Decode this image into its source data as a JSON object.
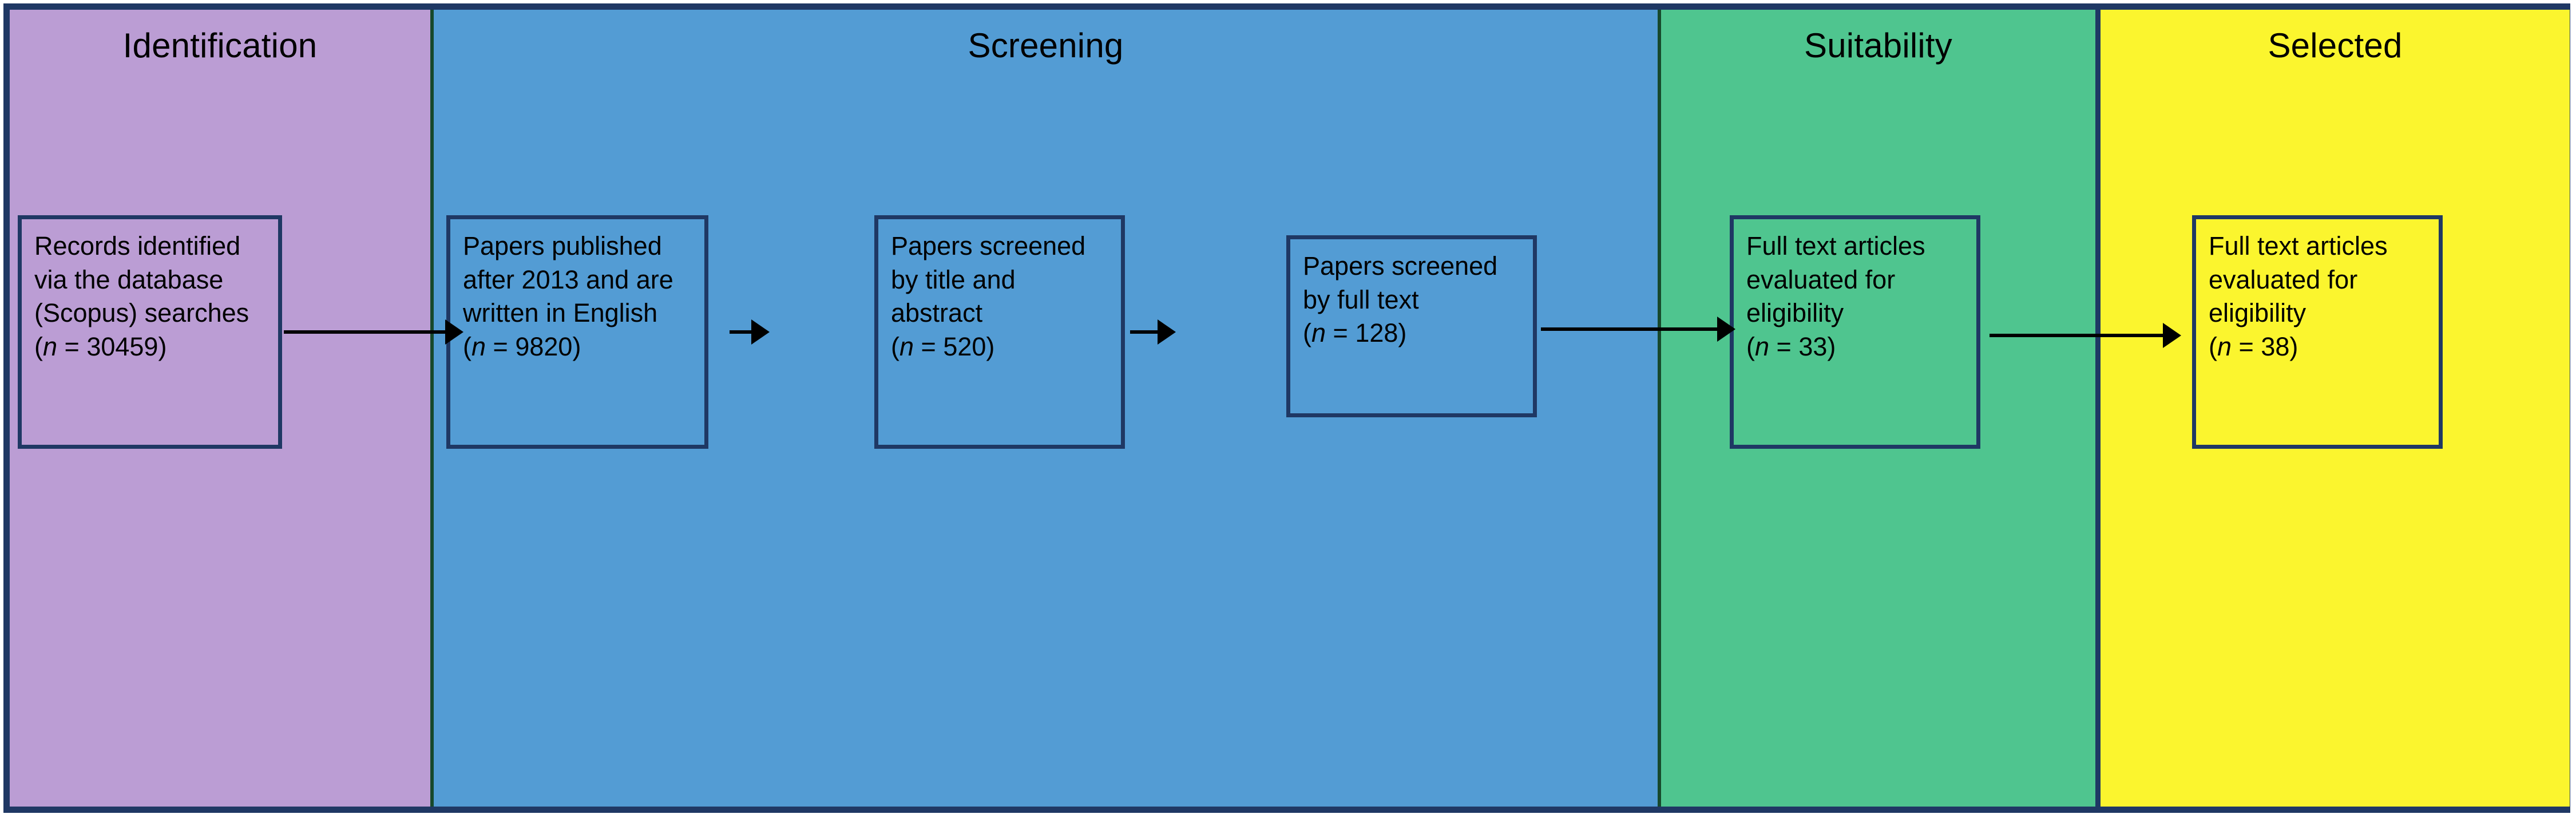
{
  "figure": {
    "type": "prisma-flow-diagram",
    "stage_count": 4,
    "node_count": 6
  },
  "colors": {
    "identification_band": "#BB9DD4",
    "screening_band": "#539CD4",
    "suitability_band": "#4FC58F",
    "selected_band": "#FBF52E",
    "border": "#1F3864",
    "band_divider": "#17492C",
    "arrow": "#000000",
    "text": "#000000"
  },
  "stages": [
    {
      "key": "identification",
      "label": "Identification"
    },
    {
      "key": "screening",
      "label": "Screening"
    },
    {
      "key": "suitability",
      "label": "Suitability"
    },
    {
      "key": "selected",
      "label": "Selected"
    }
  ],
  "nodes": [
    {
      "key": "records-identified",
      "stage": "identification",
      "lines": [
        "Records identified",
        "via the database",
        "(Scopus) searches"
      ],
      "count_prefix": "(",
      "count_symbol": "n",
      "count_equals": " = ",
      "count_value": "30459",
      "count_suffix": ")"
    },
    {
      "key": "papers-published",
      "stage": "screening",
      "lines": [
        "Papers published",
        "after 2013 and are",
        "written in English"
      ],
      "count_prefix": "(",
      "count_symbol": "n",
      "count_equals": " = ",
      "count_value": "9820",
      "count_suffix": ")"
    },
    {
      "key": "screened-title-abstract",
      "stage": "screening",
      "lines": [
        "Papers screened",
        "by title and",
        "abstract"
      ],
      "count_prefix": "(",
      "count_symbol": "n",
      "count_equals": " = ",
      "count_value": "520",
      "count_suffix": ")"
    },
    {
      "key": "screened-full-text",
      "stage": "screening",
      "lines": [
        "Papers screened",
        "by full text"
      ],
      "count_prefix": "(",
      "count_symbol": "n",
      "count_equals": " = ",
      "count_value": "128",
      "count_suffix": ")"
    },
    {
      "key": "eligibility-suitability",
      "stage": "suitability",
      "lines": [
        "Full text articles",
        "evaluated for",
        "eligibility"
      ],
      "count_prefix": "(",
      "count_symbol": "n",
      "count_equals": " = ",
      "count_value": "33",
      "count_suffix": ")"
    },
    {
      "key": "eligibility-selected",
      "stage": "selected",
      "lines": [
        "Full text articles",
        "evaluated for",
        "eligibility"
      ],
      "count_prefix": "(",
      "count_symbol": "n",
      "count_equals": " = ",
      "count_value": "38",
      "count_suffix": ")"
    }
  ],
  "arrows": [
    {
      "key": "a1",
      "from": "records-identified",
      "to": "papers-published"
    },
    {
      "key": "a2",
      "from": "papers-published",
      "to": "screened-title-abstract"
    },
    {
      "key": "a3",
      "from": "screened-title-abstract",
      "to": "screened-full-text"
    },
    {
      "key": "a4",
      "from": "screened-full-text",
      "to": "eligibility-suitability"
    },
    {
      "key": "a5",
      "from": "eligibility-suitability",
      "to": "eligibility-selected"
    }
  ]
}
